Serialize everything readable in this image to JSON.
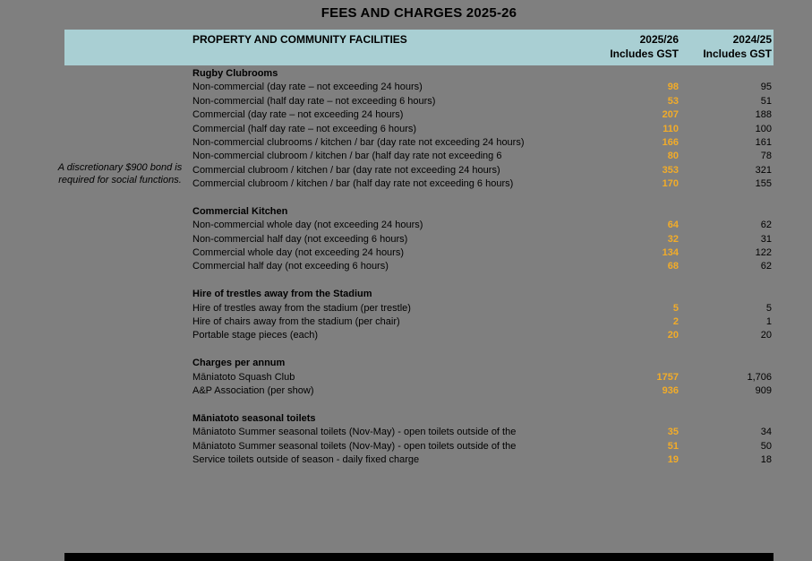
{
  "title": "FEES AND CHARGES 2025-26",
  "side_note": "A discretionary $900 bond is required for social functions.",
  "colors": {
    "header_band": "#a9cfd3",
    "value_accent": "#f2ac29",
    "page_background": "#7f7f7f"
  },
  "table": {
    "header": {
      "section_title": "PROPERTY AND COMMUNITY FACILITIES",
      "col1_line1": "2025/26",
      "col1_line2": "Includes GST",
      "col2_line1": "2024/25",
      "col2_line2": "Includes GST"
    },
    "sections": [
      {
        "heading": "Rugby Clubrooms",
        "rows": [
          {
            "label": "Non-commercial (day rate – not exceeding 24 hours)",
            "v2025": "98",
            "v2024": "95"
          },
          {
            "label": "Non-commercial (half day rate – not exceeding 6 hours)",
            "v2025": "53",
            "v2024": "51"
          },
          {
            "label": "Commercial (day rate – not exceeding 24 hours)",
            "v2025": "207",
            "v2024": "188"
          },
          {
            "label": "Commercial (half day rate – not exceeding 6 hours)",
            "v2025": "110",
            "v2024": "100"
          },
          {
            "label": "Non-commercial clubrooms / kitchen / bar (day rate not exceeding 24 hours)",
            "v2025": "166",
            "v2024": "161"
          },
          {
            "label": "Non-commercial clubroom / kitchen / bar (half day rate not exceeding 6",
            "v2025": "80",
            "v2024": "78"
          },
          {
            "label": "Commercial clubroom / kitchen / bar (day rate not exceeding 24 hours)",
            "v2025": "353",
            "v2024": "321"
          },
          {
            "label": "Commercial clubroom / kitchen / bar (half day rate not exceeding 6 hours)",
            "v2025": "170",
            "v2024": "155"
          }
        ]
      },
      {
        "heading": "Commercial Kitchen",
        "rows": [
          {
            "label": "Non-commercial whole day (not exceeding 24 hours)",
            "v2025": "64",
            "v2024": "62"
          },
          {
            "label": "Non-commercial half day (not exceeding 6 hours)",
            "v2025": "32",
            "v2024": "31"
          },
          {
            "label": "Commercial whole day (not exceeding 24 hours)",
            "v2025": "134",
            "v2024": "122"
          },
          {
            "label": "Commercial half day (not exceeding 6 hours)",
            "v2025": "68",
            "v2024": "62"
          }
        ]
      },
      {
        "heading": "Hire of trestles away from the Stadium",
        "rows": [
          {
            "label": "Hire of trestles away from the stadium (per trestle)",
            "v2025": "5",
            "v2024": "5"
          },
          {
            "label": "Hire of chairs away from the stadium (per chair)",
            "v2025": "2",
            "v2024": "1"
          },
          {
            "label": "Portable stage pieces (each)",
            "v2025": "20",
            "v2024": "20"
          }
        ]
      },
      {
        "heading": "Charges per annum",
        "rows": [
          {
            "label": "Māniatoto Squash Club",
            "v2025": "1757",
            "v2024": "1,706"
          },
          {
            "label": "A&P Association (per show)",
            "v2025": "936",
            "v2024": "909"
          }
        ]
      },
      {
        "heading": "Māniatoto seasonal toilets",
        "rows": [
          {
            "label": "Māniatoto Summer seasonal toilets (Nov-May) - open toilets outside of the",
            "v2025": "35",
            "v2024": "34"
          },
          {
            "label": "Māniatoto Summer seasonal toilets (Nov-May) - open toilets outside of the",
            "v2025": "51",
            "v2024": "50"
          },
          {
            "label": "Service toilets outside of season - daily fixed charge",
            "v2025": "19",
            "v2024": "18"
          }
        ]
      }
    ]
  }
}
